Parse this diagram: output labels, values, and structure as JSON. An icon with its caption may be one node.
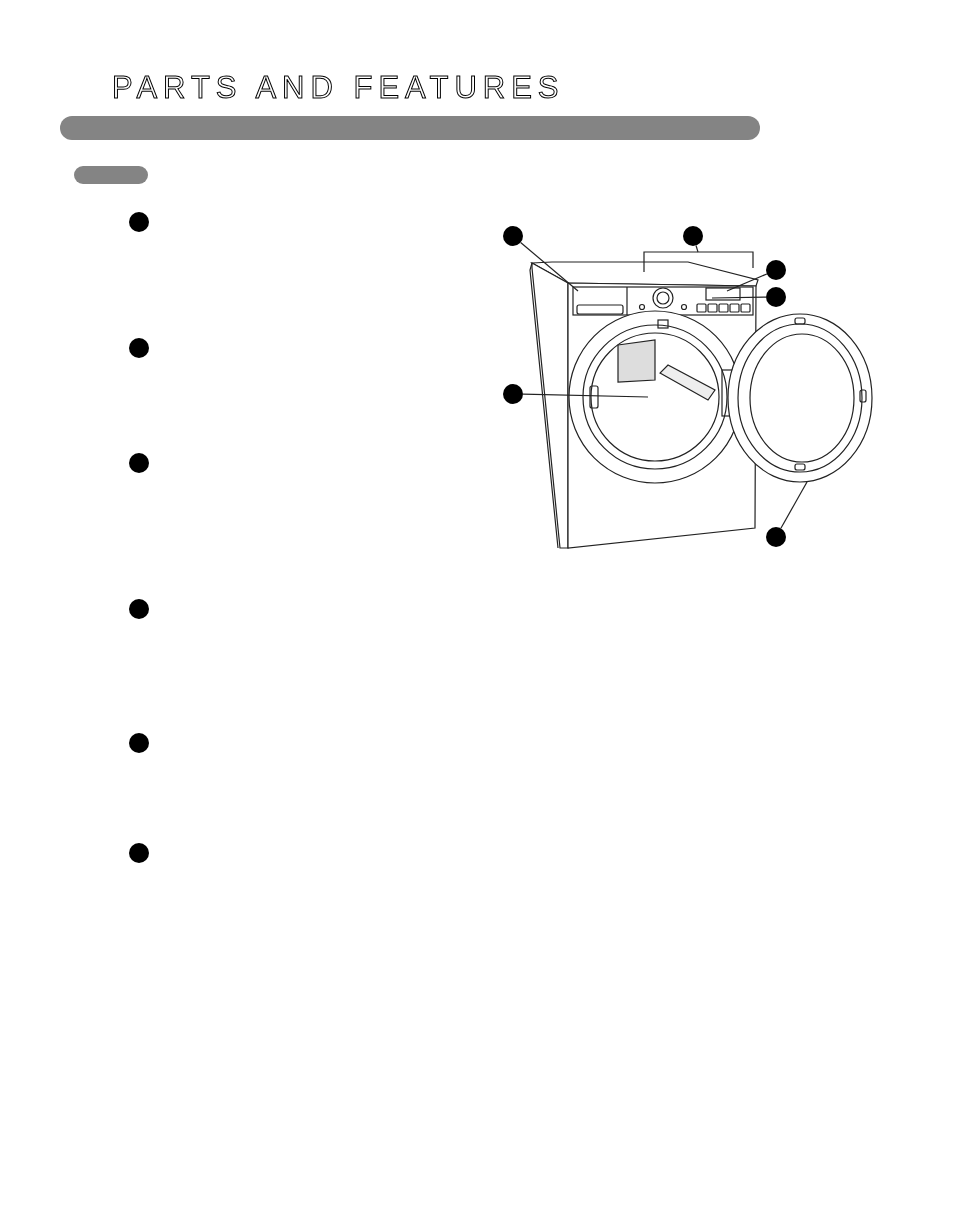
{
  "diagram": {
    "title": "PARTS AND FEATURES",
    "nodes": [
      {
        "text": [],
        "shape": "circle"
      },
      {
        "text": [],
        "shape": "circle"
      },
      {
        "text": [],
        "shape": "circle"
      },
      {
        "text": [],
        "shape": "circle"
      },
      {
        "text": [],
        "shape": "circle"
      },
      {
        "text": [],
        "shape": "circle"
      },
      {
        "text": [],
        "shape": "circle"
      },
      {
        "text": [],
        "shape": "circle"
      },
      {
        "text": [],
        "shape": "circle"
      },
      {
        "text": [],
        "shape": "circle"
      },
      {
        "text": [],
        "shape": "circle"
      },
      {
        "text": [],
        "shape": "circle"
      },
      {
        "text": [],
        "shape": "bracket"
      }
    ],
    "edges": [
      {
        "from": 6,
        "to": null,
        "arrow": "none"
      },
      {
        "from": 7,
        "to": 12,
        "arrow": "none"
      },
      {
        "from": 8,
        "to": null,
        "arrow": "none"
      },
      {
        "from": 9,
        "to": null,
        "arrow": "none"
      },
      {
        "from": 10,
        "to": null,
        "arrow": "none"
      },
      {
        "from": 11,
        "to": null,
        "arrow": "none"
      }
    ]
  }
}
